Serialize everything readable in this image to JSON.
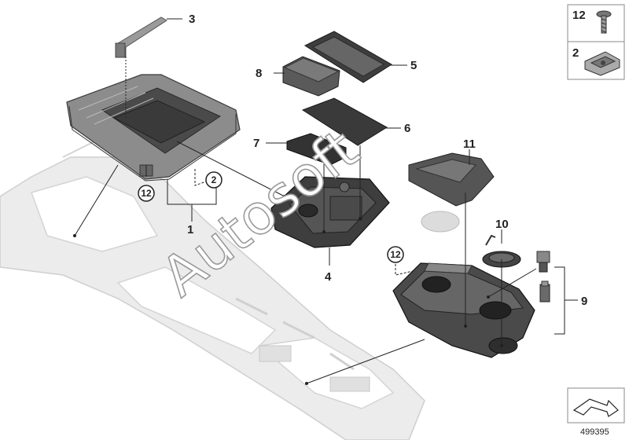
{
  "diagram": {
    "callouts": [
      "1",
      "2",
      "3",
      "4",
      "5",
      "6",
      "7",
      "8",
      "9",
      "10",
      "11",
      "12"
    ],
    "circled_callouts": [
      "2",
      "12",
      "12"
    ],
    "legend": [
      {
        "number": "12",
        "icon": "screw-icon"
      },
      {
        "number": "2",
        "icon": "clip-nut-icon"
      }
    ],
    "watermark": "Autosoft",
    "reference_number": "499395",
    "colors": {
      "line": "#222222",
      "part_dark": "#4a4a4a",
      "frame_light": "#e6e6e6",
      "border": "#888888"
    }
  }
}
